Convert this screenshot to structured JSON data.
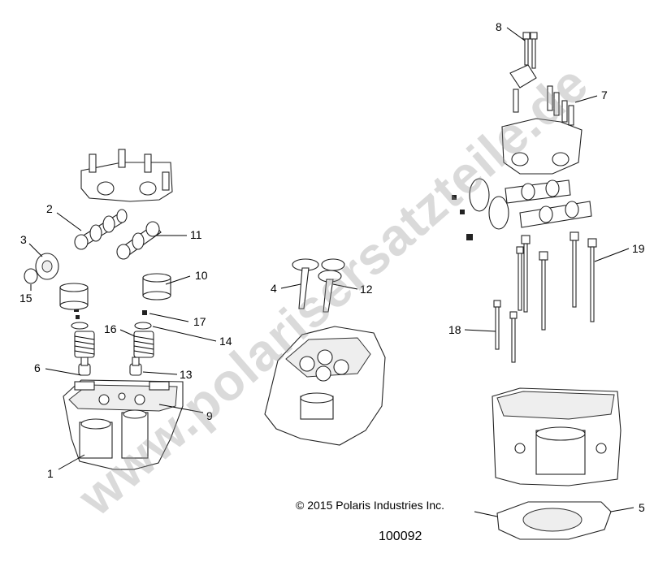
{
  "diagram": {
    "copyright": "© 2015 Polaris Industries Inc.",
    "drawing_number": "100092",
    "watermark": "www.polarisersatzteile.de",
    "callouts": [
      "1",
      "2",
      "3",
      "4",
      "5",
      "6",
      "7",
      "8",
      "9",
      "10",
      "11",
      "12",
      "13",
      "14",
      "15",
      "16",
      "17",
      "18",
      "19"
    ]
  },
  "colors": {
    "line": "#000000",
    "watermark": "#969696"
  }
}
